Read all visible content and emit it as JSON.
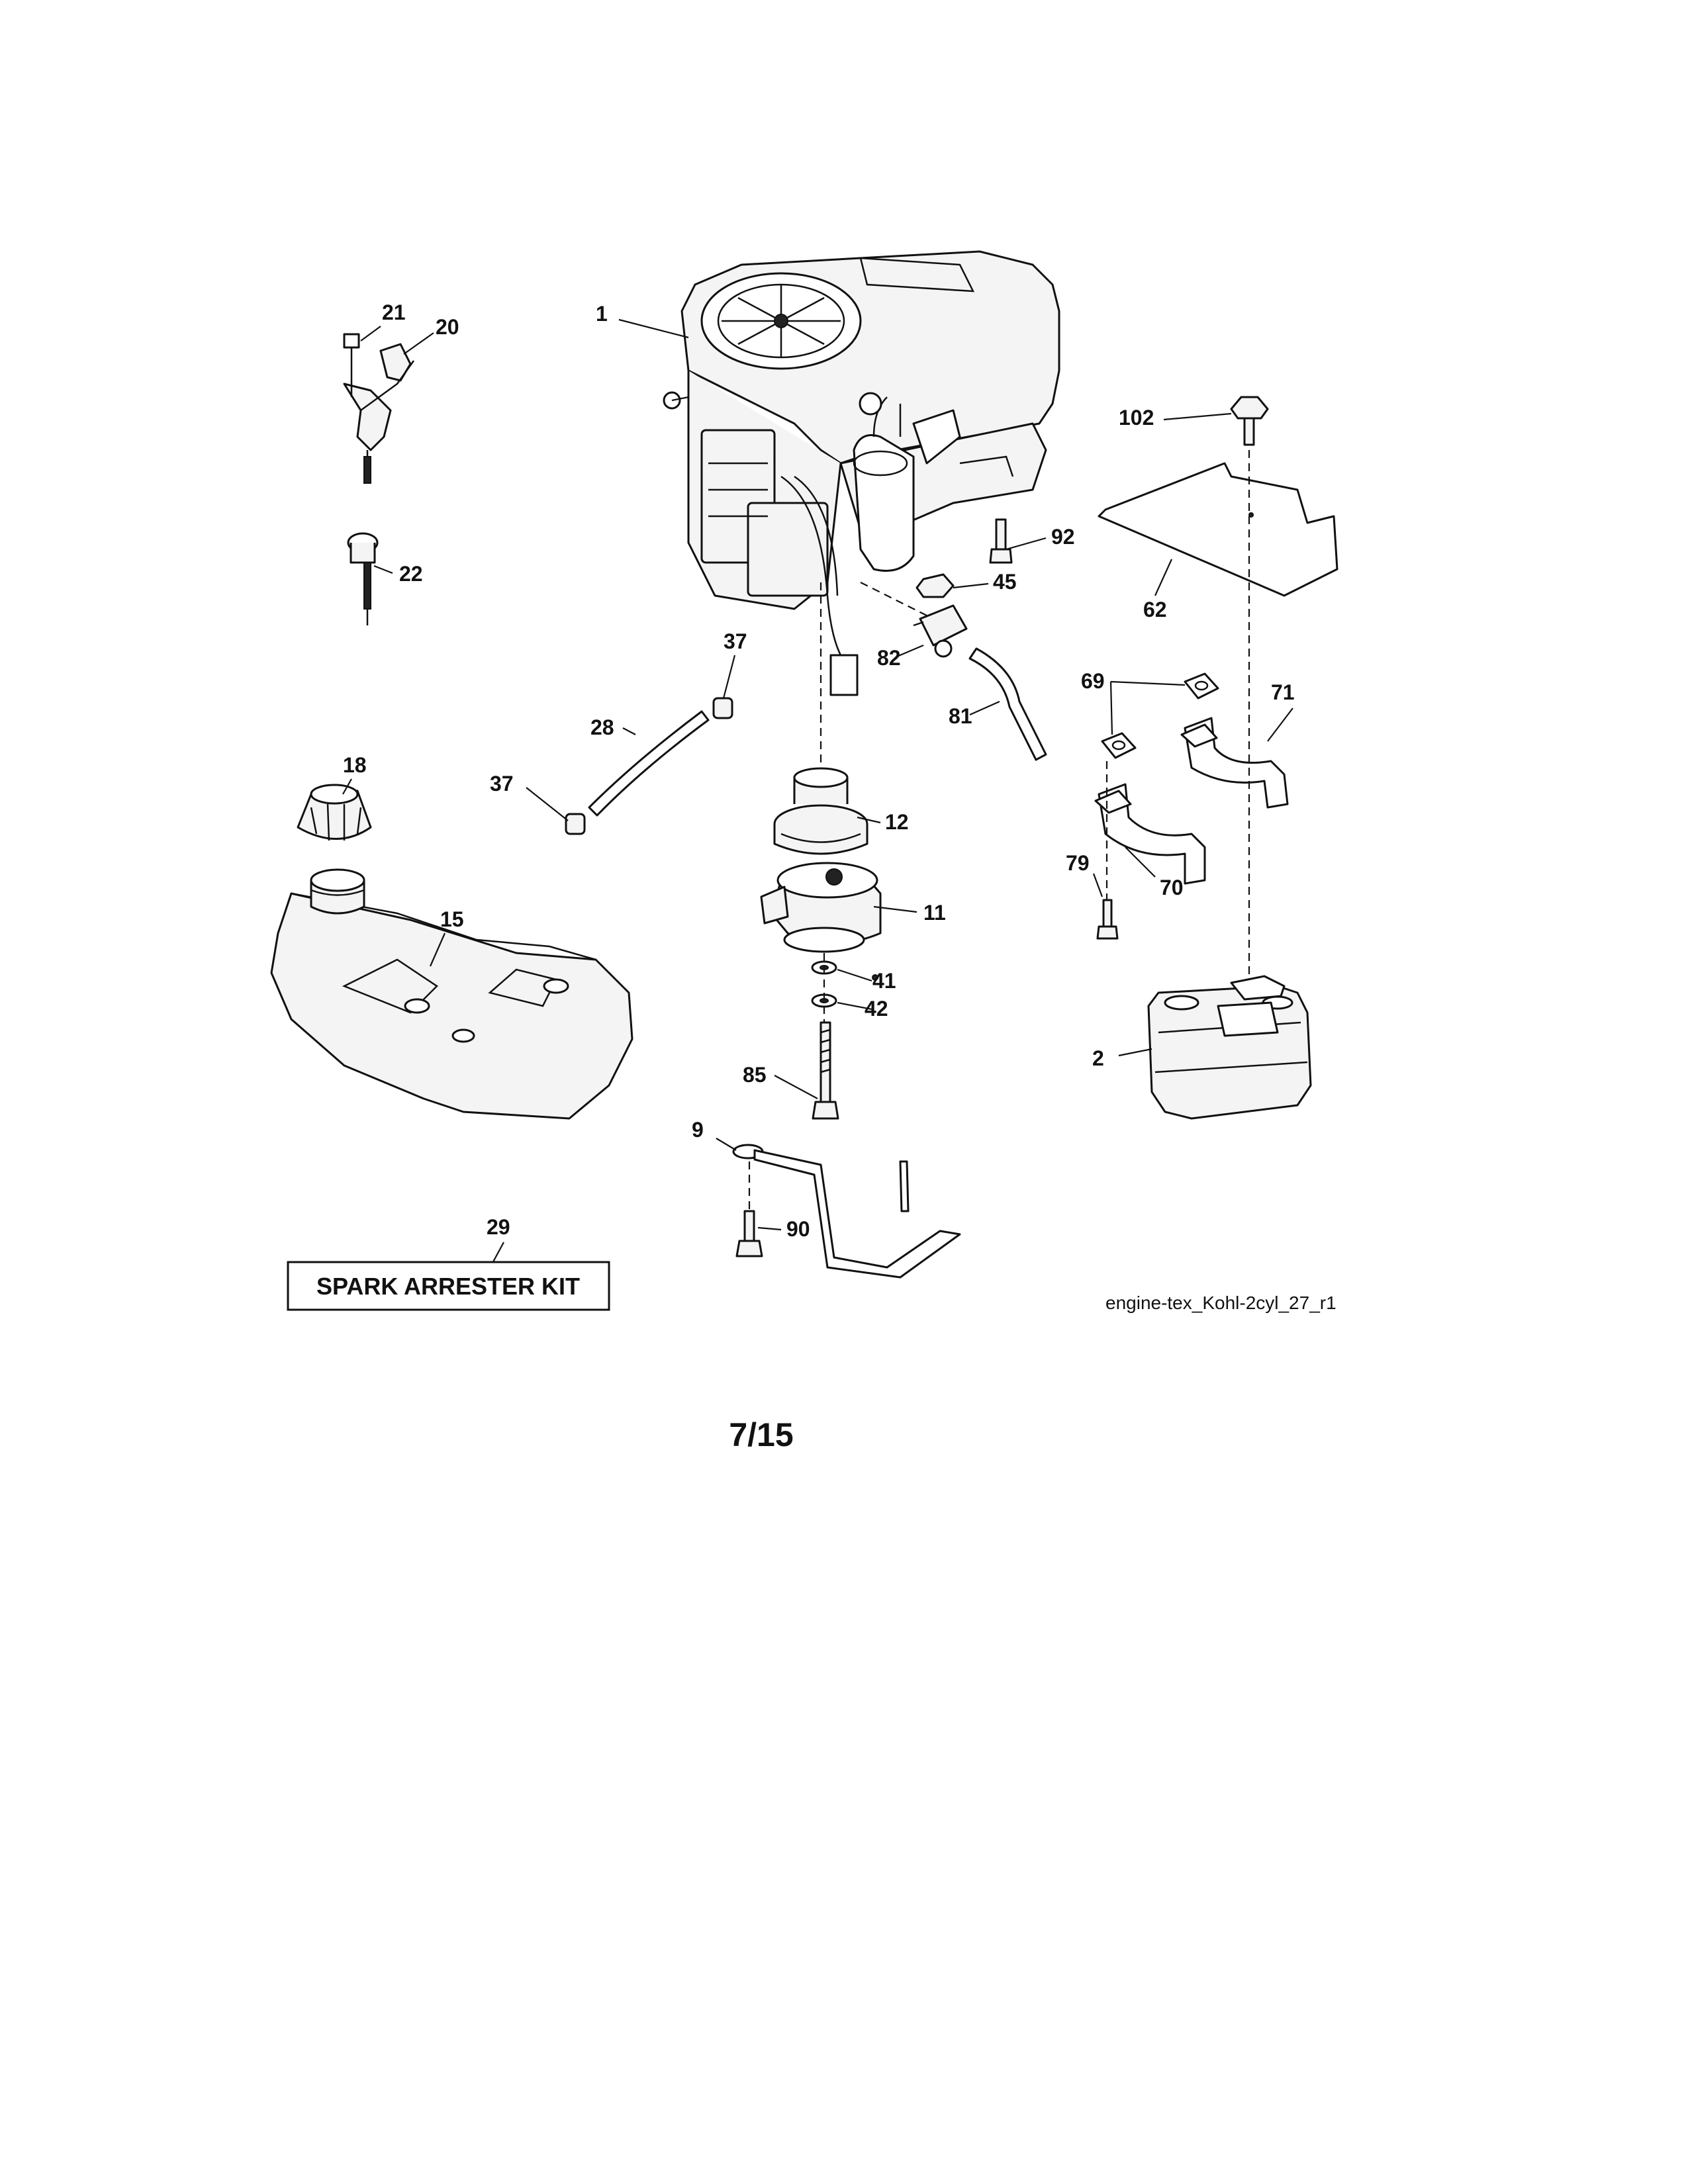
{
  "diagram": {
    "callouts": [
      "1",
      "2",
      "9",
      "11",
      "12",
      "15",
      "18",
      "20",
      "21",
      "22",
      "28",
      "29",
      "37",
      "37",
      "41",
      "42",
      "45",
      "62",
      "69",
      "70",
      "71",
      "79",
      "81",
      "82",
      "85",
      "90",
      "92",
      "102"
    ],
    "kit_label": "SPARK ARRESTER KIT",
    "diagram_code": "engine-tex_Kohl-2cyl_27_r1",
    "page_number": "7/15"
  }
}
